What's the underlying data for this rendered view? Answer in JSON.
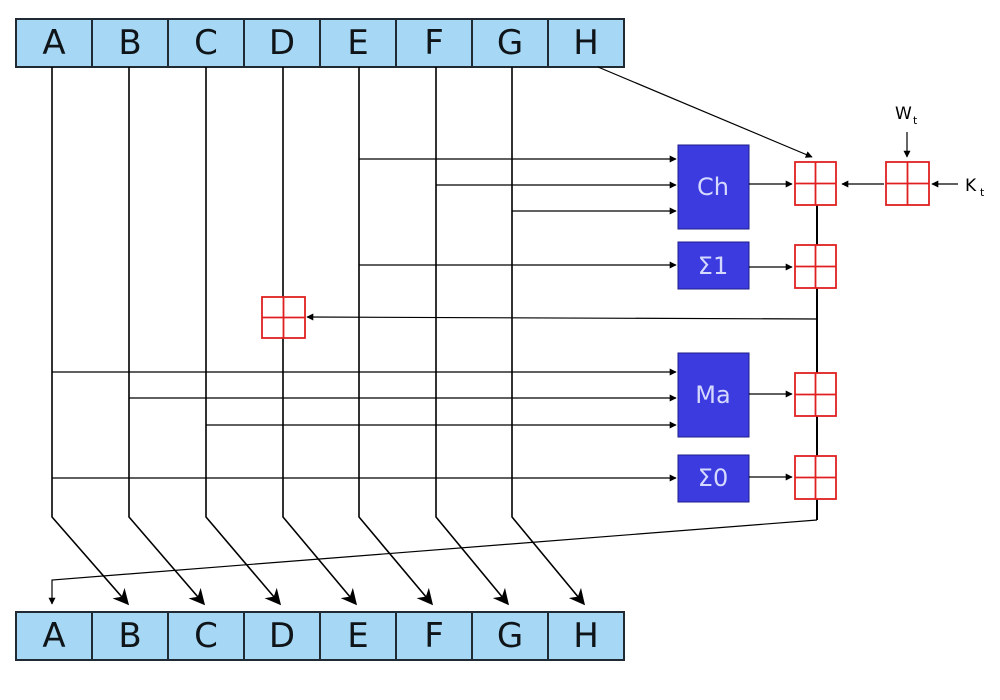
{
  "registers": {
    "top": [
      "A",
      "B",
      "C",
      "D",
      "E",
      "F",
      "G",
      "H"
    ],
    "bottom": [
      "A",
      "B",
      "C",
      "D",
      "E",
      "F",
      "G",
      "H"
    ]
  },
  "operations": {
    "ch": "Ch",
    "sigma1": "Σ1",
    "ma": "Ma",
    "sigma0": "Σ0"
  },
  "inputs": {
    "w": {
      "base": "W",
      "sub": "t"
    },
    "k": {
      "base": "K",
      "sub": "t"
    }
  },
  "colors": {
    "register_fill": "#a6d8f5",
    "operation_fill": "#3b3bdf",
    "adder_stroke": "#e02020"
  }
}
